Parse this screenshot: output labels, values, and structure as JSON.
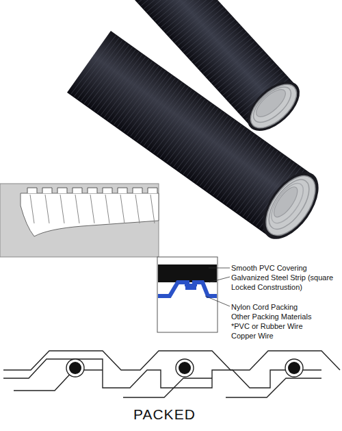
{
  "diagram": {
    "labels": [
      "Smooth PVC Covering",
      "Galvanized Steel Strip (square Locked Construstion)",
      "Nylon Cord Packing",
      "Other Packing Materials",
      "*PVC or Rubber Wire",
      "Copper Wire",
      "PACKED"
    ]
  }
}
